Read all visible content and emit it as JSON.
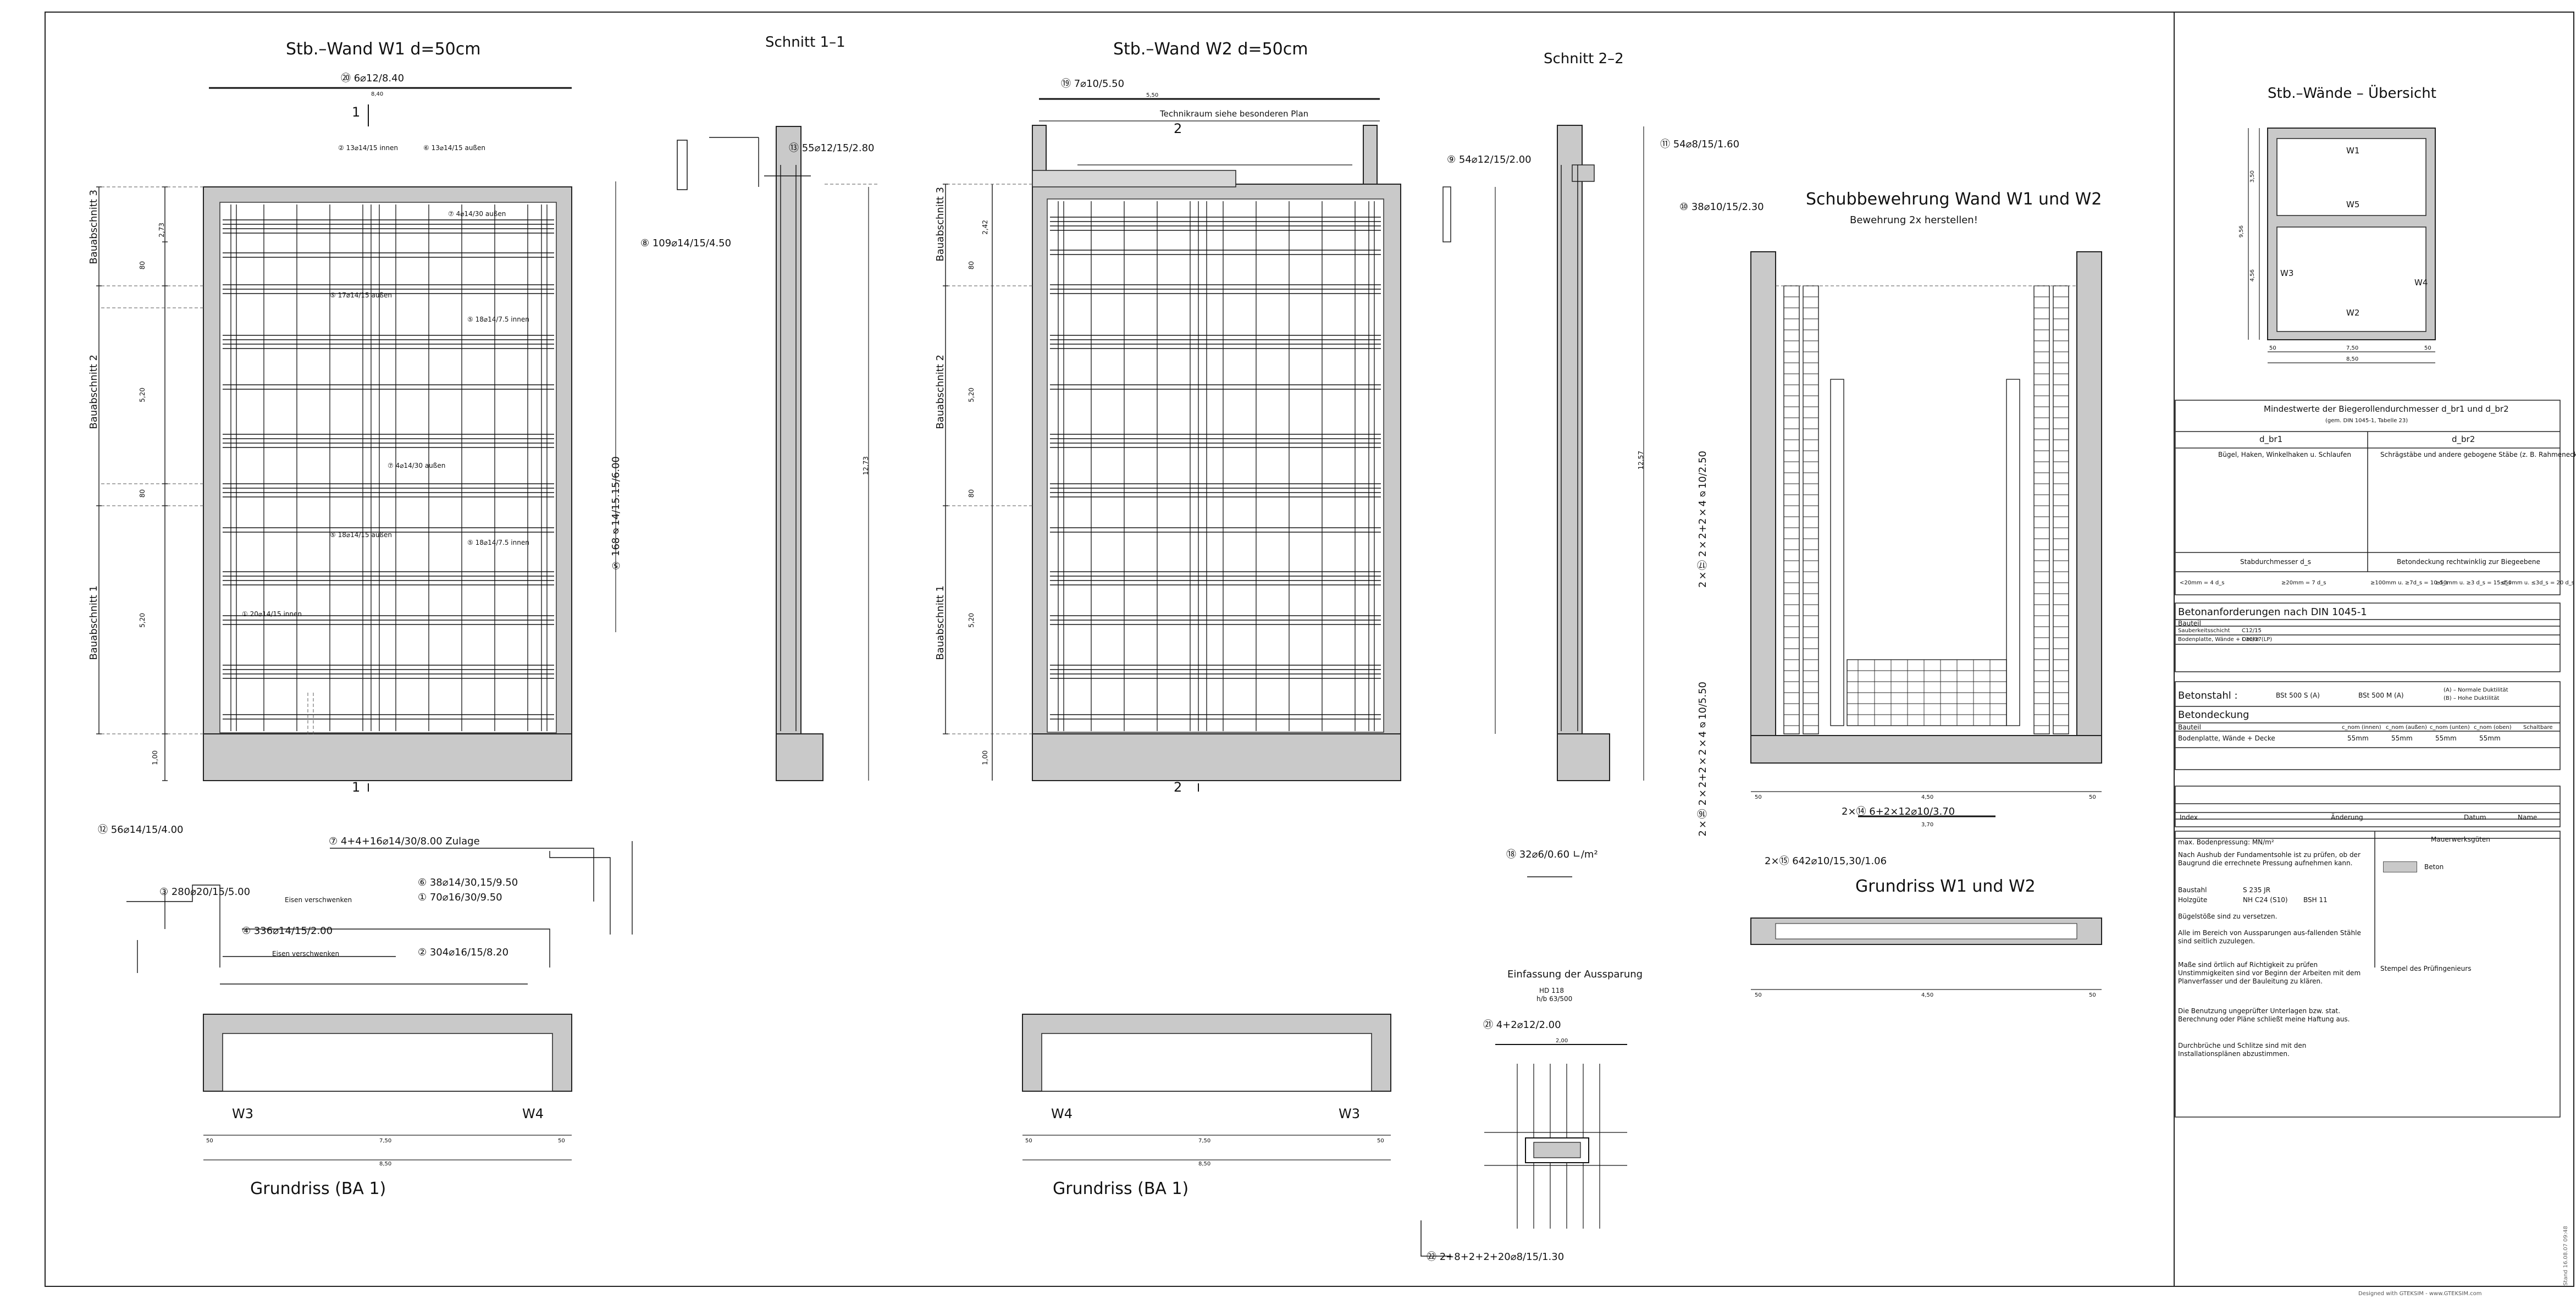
{
  "drawing": {
    "wall_w1": {
      "title": "Stb.–Wand W1 d=50cm",
      "top_bar": "⑳ 6⌀12/8.40",
      "top_dim": "8,40",
      "section_mark": "1",
      "zones": [
        "Bauabschnitt 3",
        "Bauabschnitt 2",
        "Bauabschnitt 1"
      ],
      "bar_labels": [
        "② 13⌀14/15 innen",
        "⑥ 13⌀14/15 außen",
        "⑦ 4⌀14/30 außen",
        "⑤ 17⌀14/15 außen",
        "⑤ 18⌀14/7.5 innen",
        "⑦ 4⌀14/30 außen",
        "⑤ 18⌀14/15 außen",
        "⑤ 18⌀14/7.5 innen",
        "① 20⌀14/15 innen"
      ],
      "dims_left": [
        "2,73",
        "80",
        "5,20",
        "80",
        "5,20",
        "1,00"
      ]
    },
    "section_1": {
      "title": "Schnitt 1–1",
      "bars": [
        "⑬ 55⌀12/15/2.80",
        "⑧ 109⌀14/15/4.50",
        "⑤ 168⌀14/15.15/6.00"
      ],
      "dims": [
        "12,73"
      ]
    },
    "wall_w2": {
      "title": "Stb.–Wand W2 d=50cm",
      "top_bar": "⑲ 7⌀10/5.50",
      "top_dim": "5,50",
      "note": "Technikraum siehe besonderen Plan",
      "section_mark": "2",
      "zones": [
        "Bauabschnitt 3",
        "Bauabschnitt 2",
        "Bauabschnitt 1"
      ],
      "dims_left": [
        "2,42",
        "80",
        "5,20",
        "80",
        "5,20",
        "1,00"
      ]
    },
    "section_2": {
      "title": "Schnitt 2–2",
      "bars": [
        "⑨ 54⌀12/15/2.00",
        "⑪ 54⌀8/15/1.60",
        "⑩ 38⌀10/15/2.30"
      ],
      "dims": [
        "12,57"
      ]
    },
    "overview": {
      "title": "Stb.–Wände – Übersicht",
      "walls": [
        "W1",
        "W5",
        "W3",
        "W4",
        "W2"
      ],
      "dims": [
        "50",
        "7,50",
        "50",
        "8,50",
        "3,50",
        "4,56",
        "9,56"
      ]
    },
    "shear": {
      "title": "Schubbewehrung  Wand W1 und W2",
      "subtitle": "Bewehrung 2x herstellen!",
      "bars": [
        "2×⑰ 2×2+2×4⌀10/2.50",
        "2×⑯ 2×2+2×2×4⌀10/5.50",
        "2×⑭ 6+2×12⌀10/3.70",
        "2×⑮ 642⌀10/15,30/1.06"
      ],
      "dims": [
        "50",
        "4,50",
        "50",
        "3,70"
      ]
    },
    "plan_w1w2": {
      "title": "Grundriss W1 und W2",
      "dims": [
        "50",
        "4,50",
        "50"
      ]
    },
    "plan_ba1_left": {
      "title": "Grundriss  (BA 1)",
      "walls": [
        "W3",
        "W4"
      ],
      "dims": [
        "50",
        "7,50",
        "50",
        "8,50"
      ],
      "bars": [
        "⑫ 56⌀14/15/4.00",
        "⑦ 4+4+16⌀14/30/8.00 Zulage",
        "③ 280⌀20/15/5.00",
        "⑥ 38⌀14/30,15/9.50",
        "① 70⌀16/30/9.50",
        "④ 336⌀14/15/2.00",
        "② 304⌀16/15/8.20"
      ],
      "notes": [
        "Eisen verschwenken",
        "Eisen verschwenken"
      ]
    },
    "plan_ba1_right": {
      "title": "Grundriss  (BA 1)",
      "walls": [
        "W4",
        "W3"
      ],
      "dims": [
        "50",
        "7,50",
        "50",
        "8,50"
      ]
    },
    "opening": {
      "title": "Einfassung der Aussparung",
      "sub1": "HD 118",
      "sub2": "h/b 63/500",
      "bars": [
        "⑱ 32⌀6/0.60 ∟/m²",
        "㉑ 4+2⌀12/2.00",
        "㉒ 2+8+2+2+20⌀8/15/1.30"
      ],
      "dims": [
        "2,00"
      ]
    }
  },
  "info_table": {
    "title": "Mindestwerte der Biegerollendurchmesser d_br1 und d_br2",
    "subtitle": "(gem. DIN 1045-1, Tabelle 23)",
    "col1_head": "d_br1",
    "col1_text": "Bügel, Haken, Winkelhaken u. Schlaufen",
    "col2_head": "d_br2",
    "col2_text": "Schrägstäbe und andere gebogene Stäbe (z. B. Rahmenecken)",
    "row_a": "Stabdurchmesser d_s",
    "row_b": "Betondeckung rechtwinklig zur Biegeebene",
    "values": [
      "<20mm = 4 d_s",
      "≥20mm = 7 d_s",
      "≥100mm u. ≥7d_s = 10 d_s",
      "≥50mm u. ≥3 d_s = 15 d_s",
      "≤50mm u. ≤3d_s = 20 d_s"
    ]
  },
  "concrete": {
    "title": "Betonanforderungen nach DIN 1045-1",
    "head": "Bauteil",
    "rows": [
      "Sauberkeitsschicht",
      "Bodenplatte, Wände + Decke"
    ],
    "classes": [
      "C12/15",
      "C30/37(LP)"
    ]
  },
  "steel": {
    "title": "Betonstahl :",
    "opts": [
      "BSt 500 S (A)",
      "BSt 500 M (A)"
    ],
    "notes": [
      "(A) – Normale Duktilität",
      "(B) – Hohe Duktilität"
    ]
  },
  "cover": {
    "title": "Betondeckung",
    "head": "Bauteil",
    "row": "Bodenplatte, Wände + Decke",
    "cols": [
      "c_nom (innen)",
      "c_nom (außen)",
      "c_nom (unten)",
      "c_nom (oben)",
      "Schaltbare"
    ],
    "vals": [
      "55mm",
      "55mm",
      "55mm",
      "55mm"
    ]
  },
  "revision": {
    "cols": [
      "Index",
      "Änderung",
      "Datum",
      "Name"
    ]
  },
  "notes_block": {
    "soil": "max. Bodenpressung:   MN/m²",
    "masonry": "Mauerwerksgüten",
    "legend_beton": "Beton",
    "soil_note": "Nach Aushub der Fundamentsohle ist zu prüfen, ob der Baugrund die errechnete Pressung aufnehmen kann.",
    "baustahl": "Baustahl",
    "baustahl_v": "S 235 JR",
    "holz": "Holzgüte",
    "holz_v": "NH C24 (S10)",
    "holz_v2": "BSH 11",
    "n1": "Bügelstöße sind zu versetzen.",
    "n2": "Alle im Bereich von Aussparungen aus-fallenden Stähle sind seitlich zuzulegen.",
    "n3": "Maße sind örtlich auf Richtigkeit zu prüfen Unstimmigkeiten sind vor Beginn der Arbeiten mit dem Planverfasser und der Bauleitung zu klären.",
    "n4": "Die Benutzung ungeprüfter Unterlagen bzw. stat. Berechnung oder Pläne schließt meine Haftung aus.",
    "n5": "Durchbrüche und Schlitze sind mit den Installationsplänen abzustimmen.",
    "stamp": "Stempel des Prüfingenieurs"
  },
  "footer": {
    "watermark": "Designed with GTEKSIM - www.GTEKSIM.com",
    "side": "Stand 16.08.07 09:48"
  }
}
